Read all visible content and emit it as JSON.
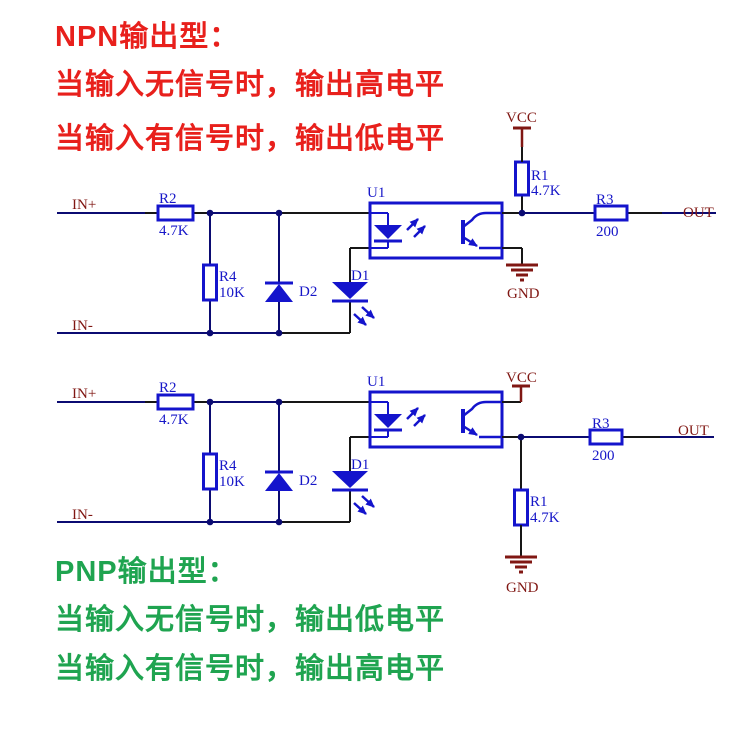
{
  "npn_section": {
    "heading": "NPN输出型：",
    "line_no_signal": "当输入无信号时，输出高电平",
    "line_signal": "当输入有信号时，输出低电平"
  },
  "pnp_section": {
    "heading": "PNP输出型：",
    "line_no_signal": "当输入无信号时，输出低电平",
    "line_signal": "当输入有信号时，输出高电平"
  },
  "npn_circuit": {
    "in_plus": "IN+",
    "in_minus": "IN-",
    "out": "OUT",
    "vcc": "VCC",
    "gnd": "GND",
    "u1_ref": "U1",
    "r2_ref": "R2",
    "r2_val": "4.7K",
    "r4_ref": "R4",
    "r4_val": "10K",
    "d2_ref": "D2",
    "d1_ref": "D1",
    "r1_ref": "R1",
    "r1_val": "4.7K",
    "r3_ref": "R3",
    "r3_val": "200"
  },
  "pnp_circuit": {
    "in_plus": "IN+",
    "in_minus": "IN-",
    "out": "OUT",
    "vcc": "VCC",
    "gnd": "GND",
    "u1_ref": "U1",
    "r2_ref": "R2",
    "r2_val": "4.7K",
    "r4_ref": "R4",
    "r4_val": "10K",
    "d2_ref": "D2",
    "d1_ref": "D1",
    "r1_ref": "R1",
    "r1_val": "4.7K",
    "r3_ref": "R3",
    "r3_val": "200"
  },
  "colors": {
    "red_text": "#e8201c",
    "green_text": "#1fa450",
    "wire_navy": "#0b0b72",
    "component_blue": "#1414cc",
    "port_maroon": "#801713"
  }
}
